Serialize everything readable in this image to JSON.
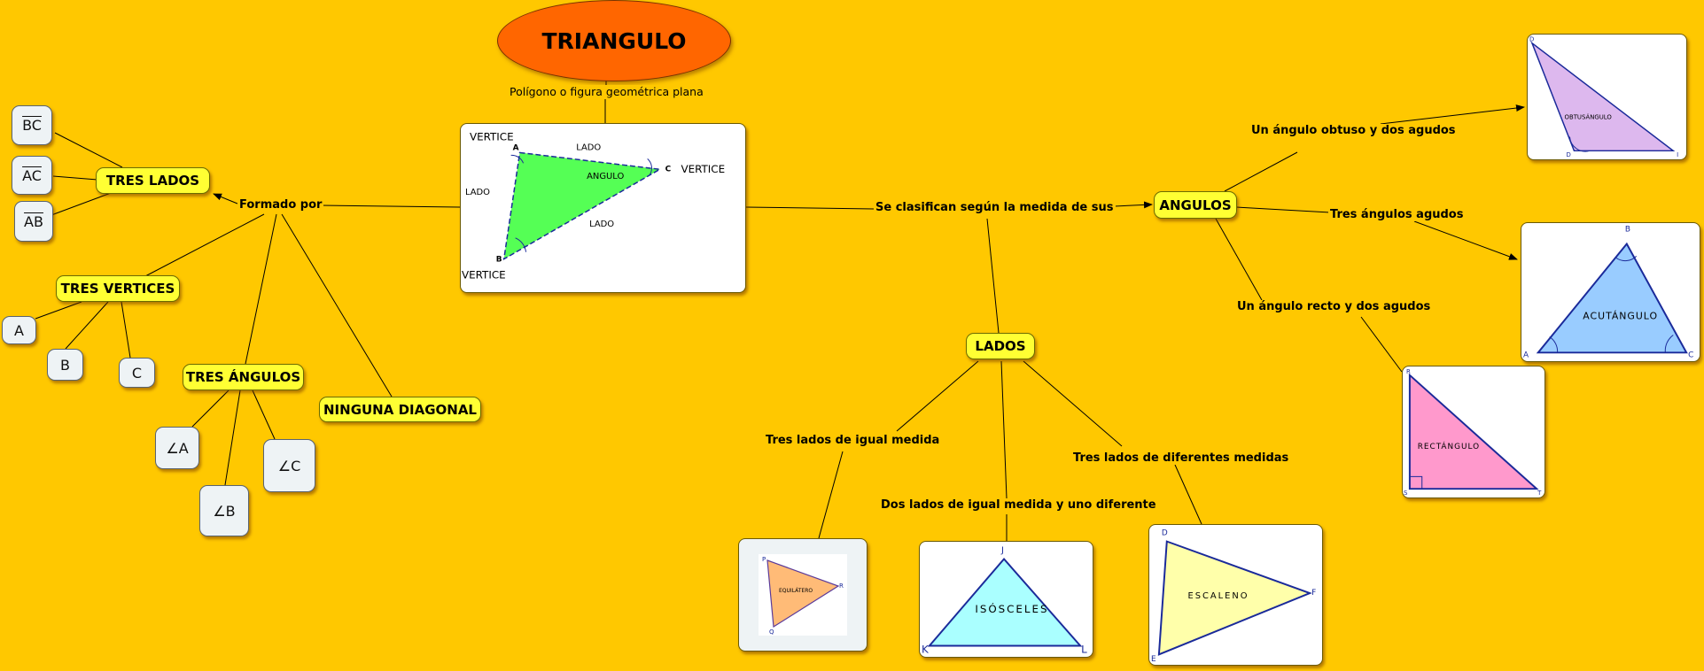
{
  "title": "TRIANGULO",
  "definition": "Polígono o figura geométrica plana",
  "main_figure": {
    "vertice_top": "VERTICE",
    "vertice_right": "VERTICE",
    "vertice_bottom": "VERTICE",
    "lado_top": "LADO",
    "lado_left": "LADO",
    "lado_bottom": "LADO",
    "angulo": "ANGULO",
    "point_a": "A",
    "point_b": "B",
    "point_c": "C",
    "fill_color": "#55ff55"
  },
  "left": {
    "formado_por": "Formado por",
    "tres_lados": "TRES LADOS",
    "lados": [
      "BC",
      "AC",
      "AB"
    ],
    "tres_vertices": "TRES VERTICES",
    "vertices": [
      "A",
      "B",
      "C"
    ],
    "tres_angulos": "TRES ÁNGULOS",
    "angulos": [
      "∠A",
      "∠B",
      "∠C"
    ],
    "ninguna_diagonal": "NINGUNA DIAGONAL"
  },
  "center": {
    "clasifican": "Se clasifican según la medida de sus",
    "lados": "LADOS",
    "angulos": "ANGULOS"
  },
  "lados_types": {
    "iguales_label": "Tres lados de igual medida",
    "dos_iguales_label": "Dos lados de igual medida y uno diferente",
    "diferentes_label": "Tres lados de diferentes medidas",
    "equilatero": {
      "name": "EQUILÁTERO",
      "p1": "P",
      "p2": "R",
      "p3": "Q",
      "color": "#ffbb77"
    },
    "isosceles": {
      "name": "ISÓSCELES",
      "p1": "J",
      "p2": "K",
      "p3": "L",
      "color": "#aaffff"
    },
    "escaleno": {
      "name": "ESCALENO",
      "p1": "D",
      "p2": "F",
      "p3": "E",
      "color": "#ffffaa"
    }
  },
  "angulos_types": {
    "obtuso_label": "Un ángulo obtuso y dos agudos",
    "agudos_label": "Tres ángulos agudos",
    "recto_label": "Un ángulo recto y dos agudos",
    "obtusangulo": {
      "name": "OBTUSÁNGULO",
      "p1": "D",
      "p2": "I",
      "color": "#ddb8ee"
    },
    "acutangulo": {
      "name": "ACUTÁNGULO",
      "p1": "B",
      "p2": "A",
      "p3": "C",
      "color": "#99ccff"
    },
    "rectangulo": {
      "name": "RECTÁNGULO",
      "p1": "R",
      "p2": "S",
      "p3": "T",
      "color": "#ff99cc"
    }
  }
}
